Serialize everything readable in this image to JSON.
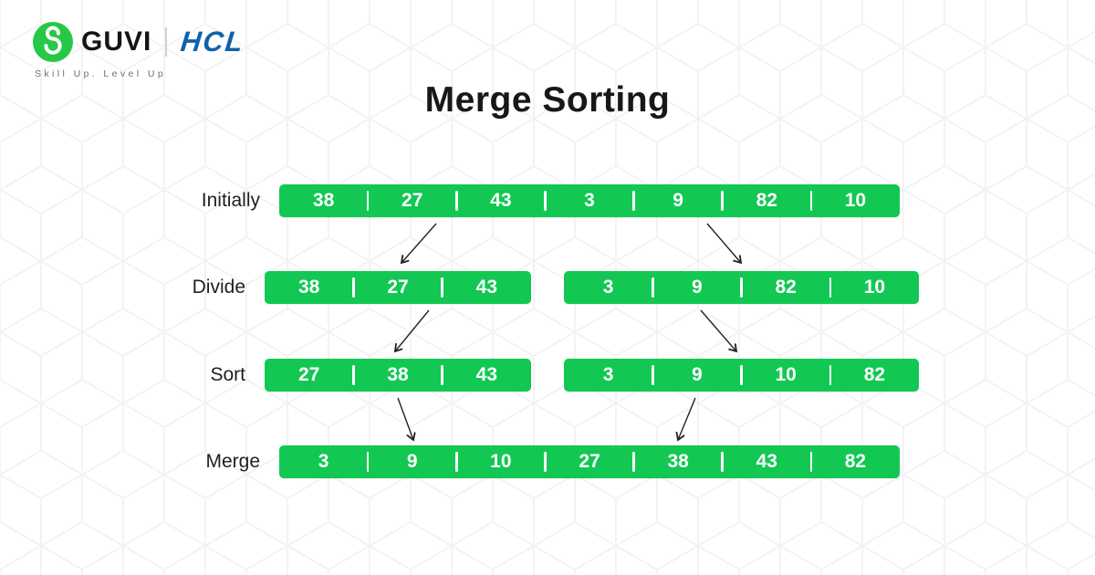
{
  "brand": {
    "guvi": "GUVI",
    "hcl": "HCL",
    "tagline": "Skill Up. Level Up"
  },
  "title": "Merge Sorting",
  "colors": {
    "bar_green": "#12C853",
    "logo_green": "#27C846",
    "hcl_blue": "#1161AC"
  },
  "diagram": {
    "rows": [
      {
        "label": "Initially",
        "bars": [
          {
            "values": [
              "38",
              "27",
              "43",
              "3",
              "9",
              "82",
              "10"
            ]
          }
        ]
      },
      {
        "label": "Divide",
        "bars": [
          {
            "values": [
              "38",
              "27",
              "43"
            ]
          },
          {
            "values": [
              "3",
              "9",
              "82",
              "10"
            ]
          }
        ]
      },
      {
        "label": "Sort",
        "bars": [
          {
            "values": [
              "27",
              "38",
              "43"
            ]
          },
          {
            "values": [
              "3",
              "9",
              "10",
              "82"
            ]
          }
        ]
      },
      {
        "label": "Merge",
        "bars": [
          {
            "values": [
              "3",
              "9",
              "10",
              "27",
              "38",
              "43",
              "82"
            ]
          }
        ]
      }
    ]
  }
}
